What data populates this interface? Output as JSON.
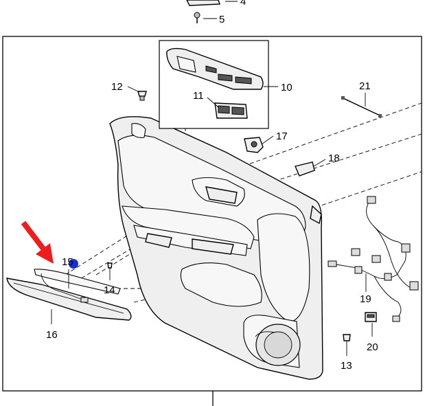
{
  "callouts": {
    "c4": "4",
    "c5": "5",
    "c10": "10",
    "c11": "11",
    "c12": "12",
    "c13": "13",
    "c14": "14",
    "c15": "15",
    "c16": "16",
    "c17": "17",
    "c18": "18",
    "c19": "19",
    "c20": "20",
    "c21": "21"
  },
  "colors": {
    "highlight_arrow": "#ee1c1c",
    "marker_dot": "#1a2fd6",
    "line_art": "#000000",
    "part_fill": "#efefef"
  }
}
